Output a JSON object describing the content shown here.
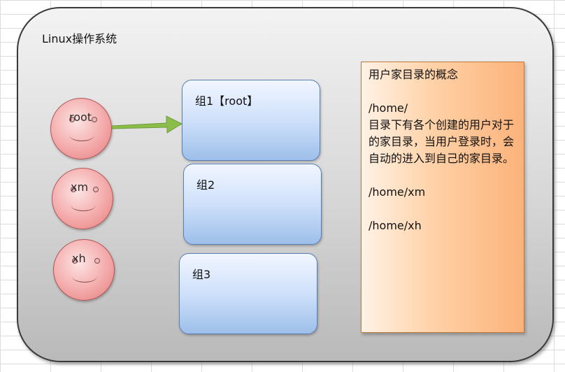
{
  "frame": {
    "title": "Linux操作系统"
  },
  "users": [
    {
      "name": "root"
    },
    {
      "name": "xm"
    },
    {
      "name": "xh"
    }
  ],
  "groups": [
    {
      "label": "组1【root】"
    },
    {
      "label": "组2"
    },
    {
      "label": "组3"
    }
  ],
  "note": {
    "heading": "用户家目录的概念",
    "path_home": "/home/",
    "description": "目录下有各个创建的用户对于的家目录，当用户登录时，会自动的进入到自己的家目录。",
    "path_xm": "/home/xm",
    "path_xh": "/home/xh"
  },
  "colors": {
    "arrow": "#8bbd4a",
    "face_fill": "#f4aaaa",
    "group_fill": "#cfe0fa",
    "note_fill": "#ffd1a6"
  }
}
